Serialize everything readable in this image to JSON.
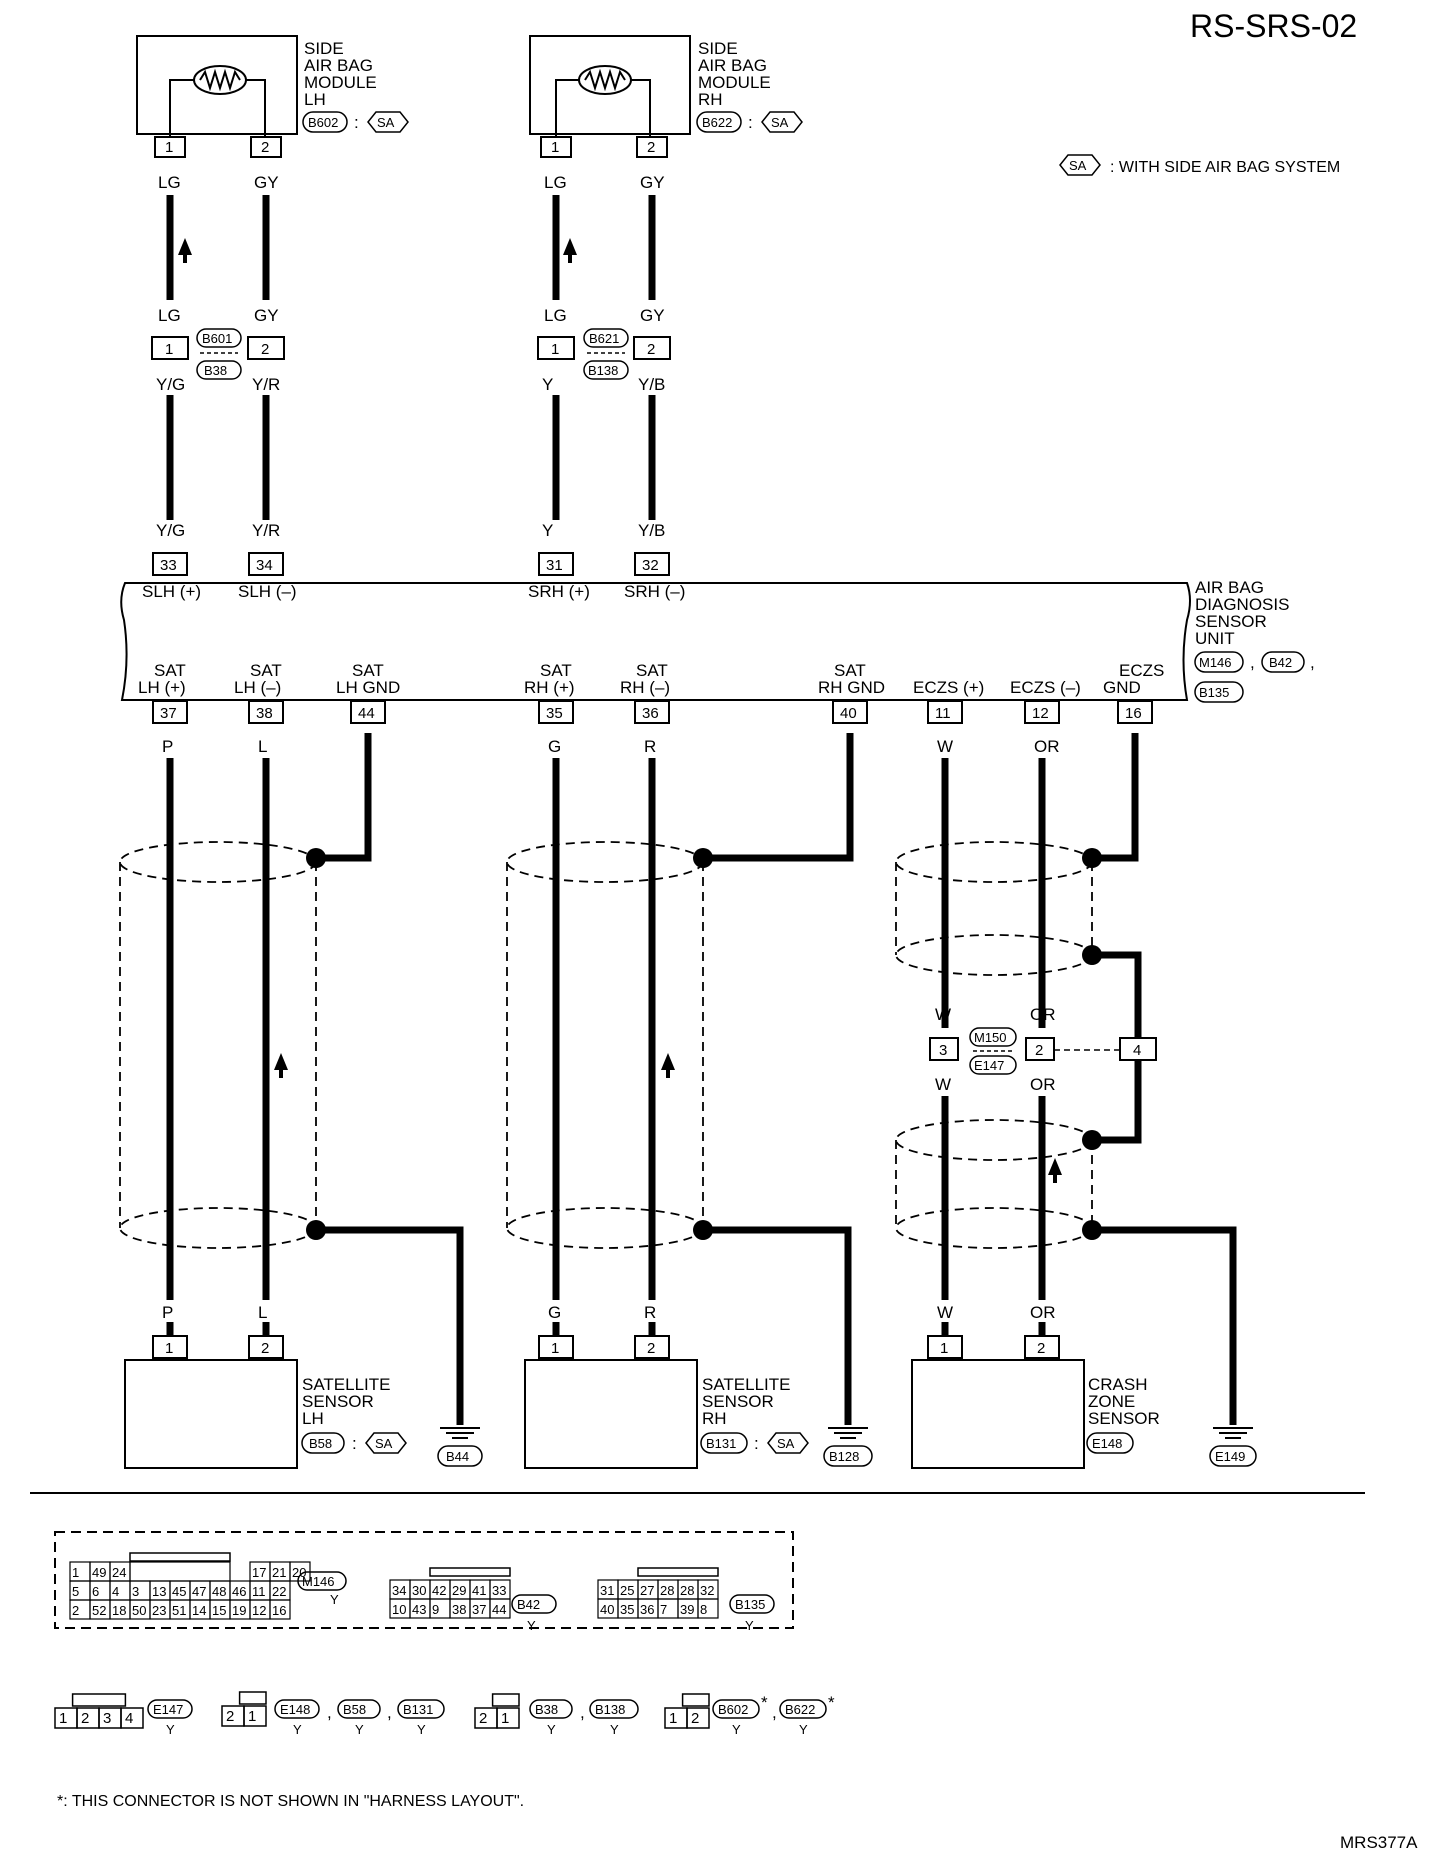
{
  "title": "RS-SRS-02",
  "figure_code": "MRS377A",
  "legend": {
    "code": "SA",
    "text": ": WITH SIDE AIR BAG SYSTEM"
  },
  "footnote": "*: THIS CONNECTOR IS NOT SHOWN IN \"HARNESS LAYOUT\".",
  "colon": ":",
  "modules": {
    "airbag_lh": {
      "lines": [
        "SIDE",
        "AIR BAG",
        "MODULE",
        "LH"
      ],
      "conn": "B602",
      "opt": "SA"
    },
    "airbag_rh": {
      "lines": [
        "SIDE",
        "AIR BAG",
        "MODULE",
        "RH"
      ],
      "conn": "B622",
      "opt": "SA"
    },
    "unit": {
      "lines": [
        "AIR BAG",
        "DIAGNOSIS",
        "SENSOR",
        "UNIT"
      ],
      "conns": [
        "M146",
        "B42",
        "B135"
      ]
    },
    "sat_lh": {
      "lines": [
        "SATELLITE",
        "SENSOR",
        "LH"
      ],
      "conn": "B58",
      "opt": "SA"
    },
    "sat_rh": {
      "lines": [
        "SATELLITE",
        "SENSOR",
        "RH"
      ],
      "conn": "B131",
      "opt": "SA"
    },
    "crash": {
      "lines": [
        "CRASH",
        "ZONE",
        "SENSOR"
      ],
      "conn": "E148"
    }
  },
  "inline": [
    {
      "top": "B601",
      "bottom": "B38"
    },
    {
      "top": "B621",
      "bottom": "B138"
    },
    {
      "top": "M150",
      "bottom": "E147"
    }
  ],
  "grounds": [
    "B44",
    "B128",
    "E149"
  ],
  "top_wires": [
    {
      "pin_top": "1",
      "c1": "LG",
      "c2": "LG",
      "mid": "1",
      "c3": "Y/G",
      "c4": "Y/G",
      "unit_pin": "33",
      "sig": "SLH (+)"
    },
    {
      "pin_top": "2",
      "c1": "GY",
      "c2": "GY",
      "mid": "2",
      "c3": "Y/R",
      "c4": "Y/R",
      "unit_pin": "34",
      "sig": "SLH (–)"
    },
    {
      "pin_top": "1",
      "c1": "LG",
      "c2": "LG",
      "mid": "1",
      "c3": "Y",
      "c4": "Y",
      "unit_pin": "31",
      "sig": "SRH (+)"
    },
    {
      "pin_top": "2",
      "c1": "GY",
      "c2": "GY",
      "mid": "2",
      "c3": "Y/B",
      "c4": "Y/B",
      "unit_pin": "32",
      "sig": "SRH (–)"
    }
  ],
  "bottom_pins": [
    {
      "sig1": "SAT",
      "sig2": "LH (+)",
      "pin": "37",
      "color": "P"
    },
    {
      "sig1": "SAT",
      "sig2": "LH (–)",
      "pin": "38",
      "color": "L"
    },
    {
      "sig1": "SAT",
      "sig2": "LH GND",
      "pin": "44",
      "color": ""
    },
    {
      "sig1": "SAT",
      "sig2": "RH (+)",
      "pin": "35",
      "color": "G"
    },
    {
      "sig1": "SAT",
      "sig2": "RH (–)",
      "pin": "36",
      "color": "R"
    },
    {
      "sig1": "SAT",
      "sig2": "RH GND",
      "pin": "40",
      "color": ""
    },
    {
      "sig1": "",
      "sig2": "ECZS (+)",
      "pin": "11",
      "color": "W"
    },
    {
      "sig1": "",
      "sig2": "ECZS (–)",
      "pin": "12",
      "color": "OR"
    },
    {
      "sig1": "ECZS",
      "sig2": "GND",
      "pin": "16",
      "color": ""
    }
  ],
  "bottom_colors": [
    "P",
    "L",
    "G",
    "R",
    "W",
    "OR"
  ],
  "ecz_colors": {
    "w1": "W",
    "w2": "W",
    "or1": "OR",
    "or2": "OR",
    "pin3": "3",
    "pin2": "2",
    "pin4": "4"
  },
  "sensor_pins": [
    "1",
    "2",
    "1",
    "2",
    "1",
    "2"
  ],
  "face": {
    "m146_rows": [
      [
        "1",
        "49",
        "24",
        "",
        "17",
        "21",
        "20"
      ],
      [
        "5",
        "6",
        "4",
        "3",
        "13",
        "45",
        "47",
        "48",
        "46",
        "11",
        "22"
      ],
      [
        "2",
        "52",
        "18",
        "50",
        "23",
        "51",
        "14",
        "15",
        "19",
        "12",
        "16"
      ]
    ],
    "b42_rows": [
      [
        "34",
        "30",
        "42",
        "29",
        "41",
        "33"
      ],
      [
        "10",
        "43",
        "9",
        "38",
        "37",
        "44"
      ]
    ],
    "b135_rows": [
      [
        "31",
        "25",
        "27",
        "28",
        "28",
        "32"
      ],
      [
        "40",
        "35",
        "36",
        "7",
        "39",
        "8"
      ]
    ],
    "codes": [
      "M146",
      "B42",
      "B135"
    ],
    "color": "Y"
  },
  "small_connectors": {
    "e147_pins": [
      "1",
      "2",
      "3",
      "4"
    ],
    "two_pin_a": [
      "2",
      "1"
    ],
    "two_pin_b": [
      "2",
      "1"
    ],
    "two_pin_c": [
      "1",
      "2"
    ],
    "g1": [
      "E147"
    ],
    "g2": [
      "E148",
      "B58",
      "B131"
    ],
    "g3": [
      "B38",
      "B138"
    ],
    "g4": [
      "B602",
      "B622"
    ],
    "color": "Y",
    "star": "*",
    "comma": ","
  }
}
